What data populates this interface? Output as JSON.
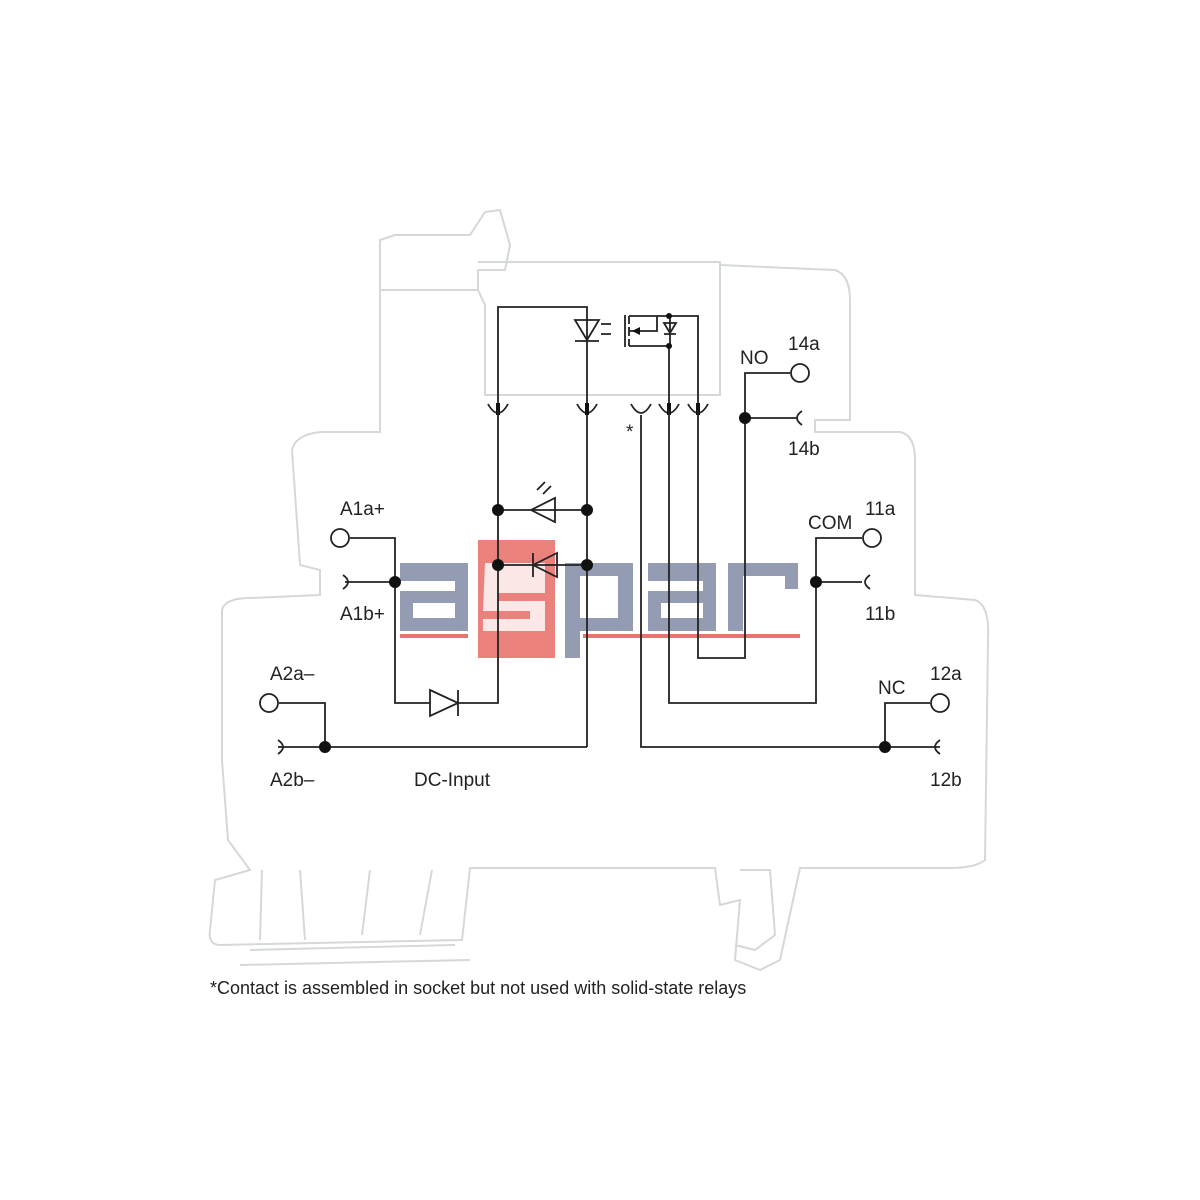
{
  "labels": {
    "no": "NO",
    "t14a": "14a",
    "t14b": "14b",
    "com": "COM",
    "t11a": "11a",
    "t11b": "11b",
    "nc": "NC",
    "t12a": "12a",
    "t12b": "12b",
    "a1a": "A1a+",
    "a1b": "A1b+",
    "a2a": "A2a–",
    "a2b": "A2b–",
    "dc_input": "DC-Input",
    "asterisk": "*"
  },
  "footnote": "*Contact is assembled in socket but not used with solid-state relays",
  "watermark": {
    "text": "aspar",
    "gray": "#8e97ae",
    "red": "#e8736f"
  }
}
